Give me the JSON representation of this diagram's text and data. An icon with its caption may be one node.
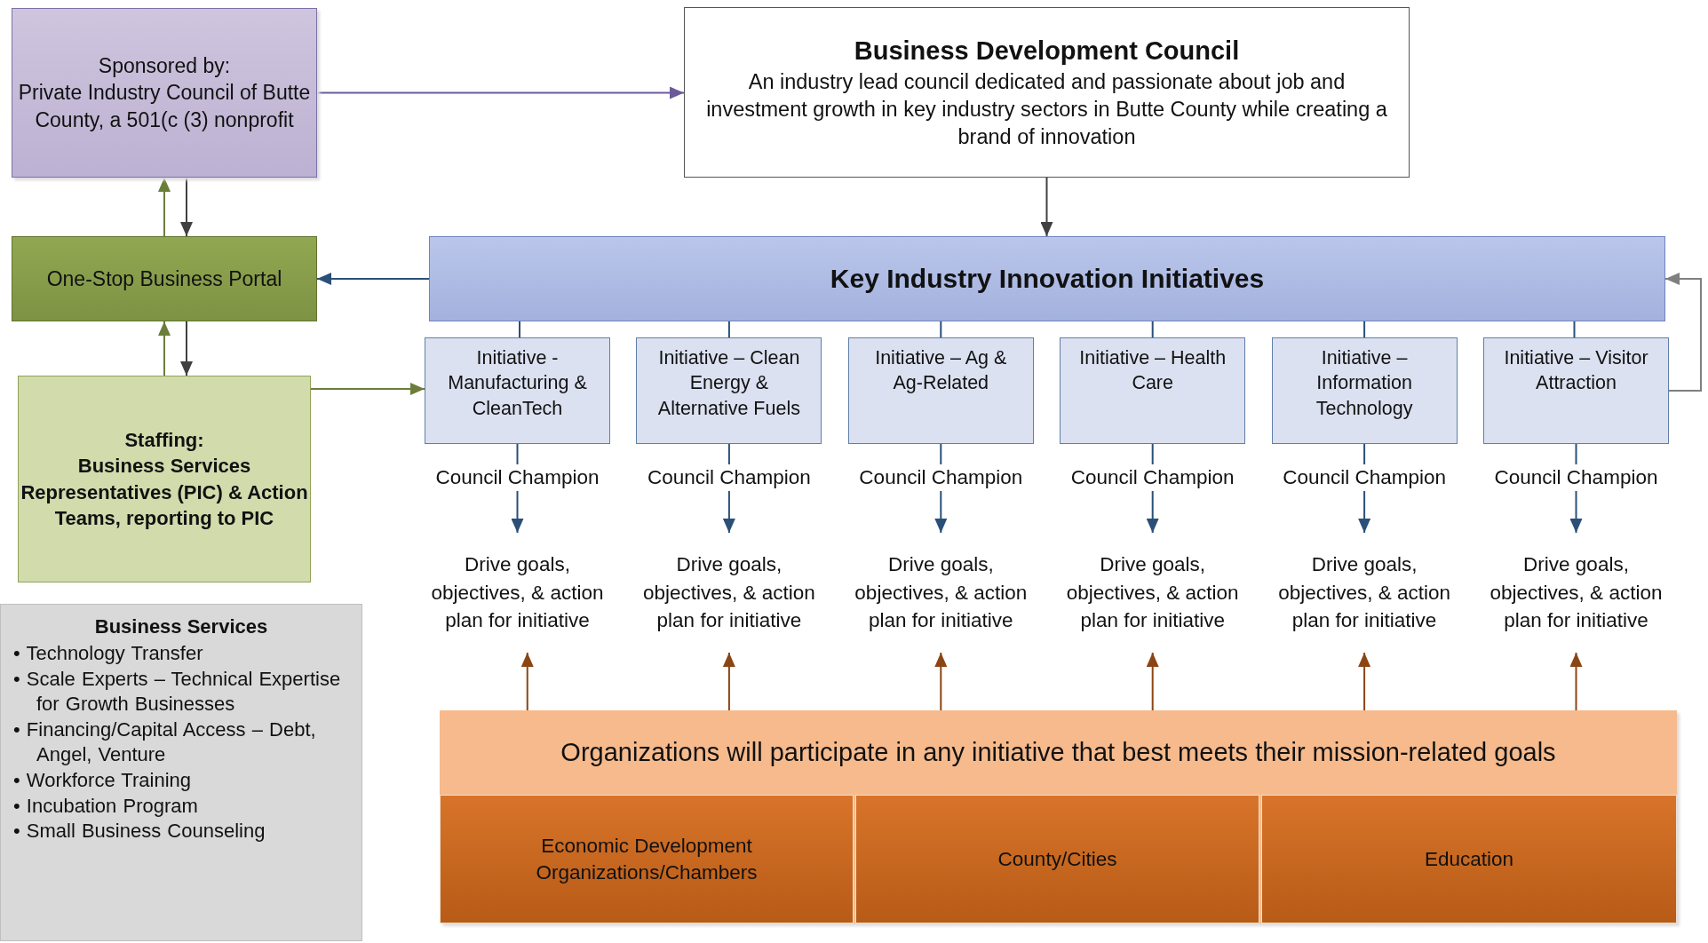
{
  "diagram": {
    "nodes": [
      {
        "text": [
          "Sponsored by:",
          "Private Industry Council of Butte County, a 501(c (3) nonprofit"
        ]
      },
      {
        "text": [
          "Business Development Council",
          "An industry lead council dedicated and passionate about job and investment growth in key industry sectors in Butte County while creating a brand of innovation"
        ]
      },
      {
        "text": [
          "One-Stop Business Portal"
        ]
      },
      {
        "text": [
          "Key Industry Innovation Initiatives"
        ]
      },
      {
        "text": [
          "Staffing:",
          "Business Services Representatives (PIC) & Action Teams, reporting to PIC"
        ]
      },
      {
        "text": [
          "Initiative - Manufacturing & CleanTech"
        ]
      },
      {
        "text": [
          "Initiative – Clean Energy & Alternative Fuels"
        ]
      },
      {
        "text": [
          "Initiative – Ag & Ag-Related"
        ]
      },
      {
        "text": [
          "Initiative – Health Care"
        ]
      },
      {
        "text": [
          "Initiative – Information Technology"
        ]
      },
      {
        "text": [
          "Initiative – Visitor Attraction"
        ]
      },
      {
        "text": [
          "Drive goals, objectives, & action plan for initiative"
        ]
      },
      {
        "text": [
          "Drive goals, objectives, & action plan for initiative"
        ]
      },
      {
        "text": [
          "Drive goals, objectives, & action plan for initiative"
        ]
      },
      {
        "text": [
          "Drive goals, objectives, & action plan for initiative"
        ]
      },
      {
        "text": [
          "Drive goals, objectives, & action plan for initiative"
        ]
      },
      {
        "text": [
          "Drive goals, objectives, & action plan for initiative"
        ]
      },
      {
        "text": [
          "Organizations will participate in any initiative that best meets their mission-related goals"
        ]
      },
      {
        "text": [
          "Economic Development Organizations/Chambers"
        ],
        "in": 17
      },
      {
        "text": [
          "County/Cities"
        ],
        "in": 17
      },
      {
        "text": [
          "Education"
        ],
        "in": 17
      },
      {
        "text": [
          "Business Services",
          "• Technology Transfer",
          "• Scale Experts – Technical Expertise for Growth Businesses",
          "• Financing/Capital Access – Debt, Angel, Venture",
          "• Workforce Training",
          "• Incubation Program",
          "• Small Business Counseling"
        ]
      }
    ],
    "edges": [
      {
        "from": 0,
        "to": 1,
        "arrow": "to",
        "color": "#6a5a9a"
      },
      {
        "from": 1,
        "to": 3,
        "arrow": "to",
        "color": "#404040"
      },
      {
        "from": 3,
        "to": 2,
        "arrow": "to"
      },
      {
        "from": 2,
        "to": 0,
        "arrow": "to",
        "color": "#6b7d3a"
      },
      {
        "from": 0,
        "to": 2,
        "arrow": "to",
        "color": "#404040"
      },
      {
        "from": 4,
        "to": 2,
        "arrow": "to",
        "color": "#6b7d3a"
      },
      {
        "from": 2,
        "to": 4,
        "arrow": "to",
        "color": "#404040"
      },
      {
        "from": 4,
        "to": 5,
        "arrow": "to",
        "color": "#6b7d3a"
      },
      {
        "from": 10,
        "to": 3,
        "arrow": "to",
        "color": "#7f7f7f"
      },
      {
        "from": 3,
        "to": 5,
        "arrow": "none"
      },
      {
        "from": 3,
        "to": 6,
        "arrow": "none"
      },
      {
        "from": 3,
        "to": 7,
        "arrow": "none"
      },
      {
        "from": 3,
        "to": 8,
        "arrow": "none"
      },
      {
        "from": 3,
        "to": 9,
        "arrow": "none"
      },
      {
        "from": 3,
        "to": 10,
        "arrow": "none"
      },
      {
        "from": 5,
        "to": 11,
        "arrow": "to",
        "label": "Council Champion"
      },
      {
        "from": 6,
        "to": 12,
        "arrow": "to",
        "label": "Council Champion"
      },
      {
        "from": 7,
        "to": 13,
        "arrow": "to",
        "label": "Council Champion"
      },
      {
        "from": 8,
        "to": 14,
        "arrow": "to",
        "label": "Council Champion"
      },
      {
        "from": 9,
        "to": 15,
        "arrow": "to",
        "label": "Council Champion"
      },
      {
        "from": 10,
        "to": 16,
        "arrow": "to",
        "label": "Council Champion"
      },
      {
        "from": 17,
        "to": 11,
        "arrow": "to",
        "color": "#8b4513"
      },
      {
        "from": 17,
        "to": 12,
        "arrow": "to",
        "color": "#8b4513"
      },
      {
        "from": 17,
        "to": 13,
        "arrow": "to",
        "color": "#8b4513"
      },
      {
        "from": 17,
        "to": 14,
        "arrow": "to",
        "color": "#8b4513"
      },
      {
        "from": 17,
        "to": 15,
        "arrow": "to",
        "color": "#8b4513"
      },
      {
        "from": 17,
        "to": 16,
        "arrow": "to",
        "color": "#8b4513"
      }
    ]
  }
}
